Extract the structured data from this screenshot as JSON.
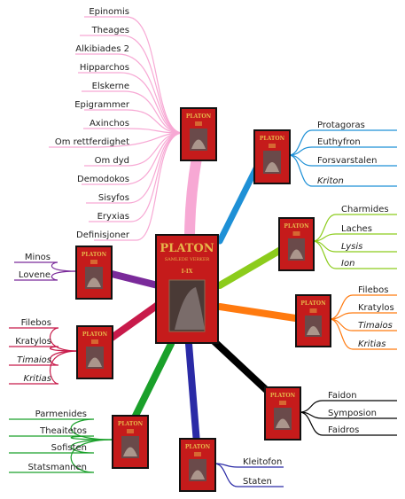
{
  "center_book": {
    "title": "PLATON",
    "subtitle": "SAMLEDE VERKER",
    "volume": "I-IX"
  },
  "book_title": "PLATON",
  "branches": [
    {
      "id": "top",
      "color": "#f7a8d4",
      "items": [
        "Epinomis",
        "Theages",
        "Alkibiades 2",
        "Hipparchos",
        "Elskerne",
        "Epigrammer",
        "Axinchos",
        "Om rettferdighet",
        "Om dyd",
        "Demodokos",
        "Sisyfos",
        "Eryxias",
        "Definisjoner"
      ]
    },
    {
      "id": "right-1",
      "color": "#1e90d6",
      "items": [
        "Protagoras",
        "Euthyfron",
        "Forsvarstalen",
        "Kriton"
      ]
    },
    {
      "id": "right-2",
      "color": "#8ccc1c",
      "items": [
        "Charmides",
        "Laches",
        "Lysis",
        "Ion"
      ]
    },
    {
      "id": "right-3",
      "color": "#ff7a0f",
      "items": [
        "Filebos",
        "Kratylos",
        "Timaios",
        "Kritias"
      ]
    },
    {
      "id": "right-4",
      "color": "#000000",
      "items": [
        "Faidon",
        "Symposion",
        "Faidros"
      ]
    },
    {
      "id": "bottom-mid",
      "color": "#2a2aa6",
      "items": [
        "Kleitofon",
        "Staten"
      ]
    },
    {
      "id": "bottom-left",
      "color": "#1aa02a",
      "items": [
        "Parmenides",
        "Theaitetos",
        "Sofisten",
        "Statsmannen"
      ]
    },
    {
      "id": "left-2",
      "color": "#c81a4a",
      "items": [
        "Filebos",
        "Kratylos",
        "Timaios",
        "Kritias"
      ]
    },
    {
      "id": "left-1",
      "color": "#7a2a9a",
      "items": [
        "Minos",
        "Lovene"
      ]
    }
  ]
}
